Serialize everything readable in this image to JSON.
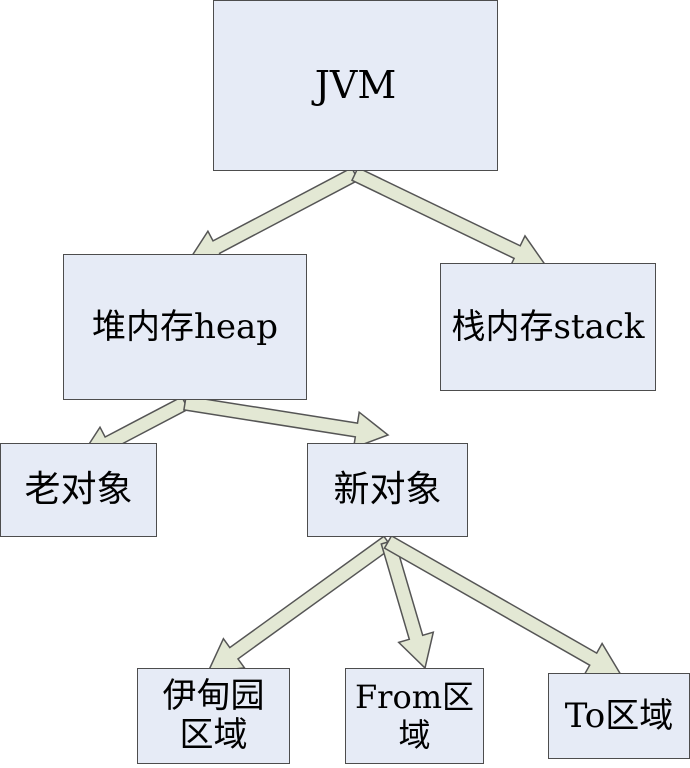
{
  "diagram": {
    "nodes": {
      "jvm": {
        "label": "JVM"
      },
      "heap": {
        "label": "堆内存heap"
      },
      "stack": {
        "label": "栈内存stack"
      },
      "old": {
        "label": "老对象"
      },
      "new": {
        "label": "新对象"
      },
      "eden": {
        "label": "伊甸园区域"
      },
      "from": {
        "label": "From区域"
      },
      "to": {
        "label": "To区域"
      }
    },
    "edges": [
      {
        "from": "jvm",
        "to": "heap"
      },
      {
        "from": "jvm",
        "to": "stack"
      },
      {
        "from": "heap",
        "to": "old"
      },
      {
        "from": "heap",
        "to": "new"
      },
      {
        "from": "new",
        "to": "eden"
      },
      {
        "from": "new",
        "to": "from"
      },
      {
        "from": "new",
        "to": "to"
      }
    ],
    "colors": {
      "node_fill": "#e6ebf6",
      "node_border": "#4d4d4d",
      "arrow_fill": "#e3e8d4",
      "arrow_border": "#555555"
    }
  }
}
